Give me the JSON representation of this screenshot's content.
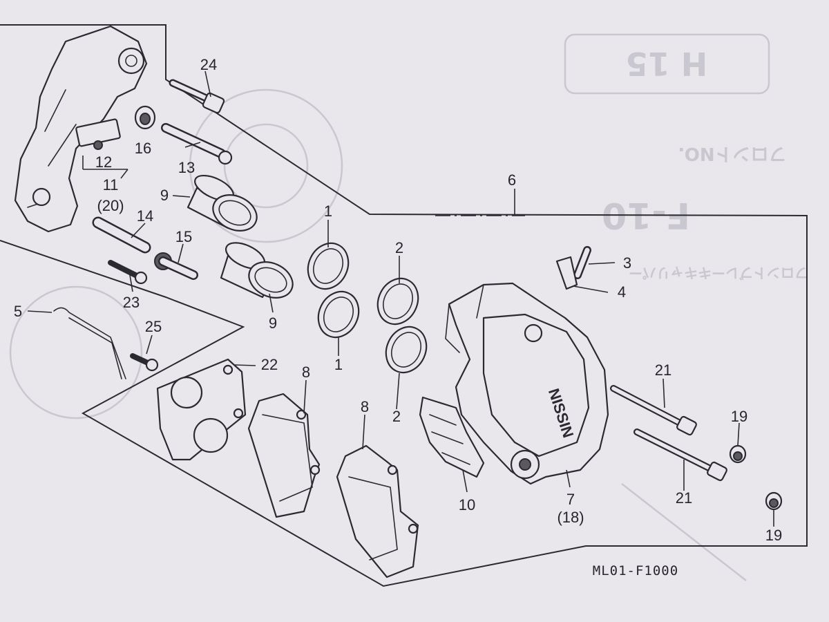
{
  "diagram": {
    "drawing_code": "ML01-F1000",
    "bleed_through": {
      "section_badge": "H 15",
      "label_no": "フロントNO.",
      "section": "F-10",
      "subtitle": "フロントブレーキキャリパー"
    },
    "callouts": [
      {
        "id": "c24",
        "text": "24"
      },
      {
        "id": "c16",
        "text": "16"
      },
      {
        "id": "c12",
        "text": "12"
      },
      {
        "id": "c13",
        "text": "13"
      },
      {
        "id": "c11",
        "text": "11"
      },
      {
        "id": "c20",
        "text": "(20)"
      },
      {
        "id": "c9a",
        "text": "9"
      },
      {
        "id": "c14",
        "text": "14"
      },
      {
        "id": "c15",
        "text": "15"
      },
      {
        "id": "c23",
        "text": "23"
      },
      {
        "id": "c9b",
        "text": "9"
      },
      {
        "id": "c5",
        "text": "5"
      },
      {
        "id": "c25",
        "text": "25"
      },
      {
        "id": "c22",
        "text": "22"
      },
      {
        "id": "c1a",
        "text": "1"
      },
      {
        "id": "c1b",
        "text": "1"
      },
      {
        "id": "c2a",
        "text": "2"
      },
      {
        "id": "c2b",
        "text": "2"
      },
      {
        "id": "c6",
        "text": "6"
      },
      {
        "id": "c3",
        "text": "3"
      },
      {
        "id": "c4",
        "text": "4"
      },
      {
        "id": "c8a",
        "text": "8"
      },
      {
        "id": "c8b",
        "text": "8"
      },
      {
        "id": "c10",
        "text": "10"
      },
      {
        "id": "c7",
        "text": "7"
      },
      {
        "id": "c18",
        "text": "(18)"
      },
      {
        "id": "c21a",
        "text": "21"
      },
      {
        "id": "c21b",
        "text": "21"
      },
      {
        "id": "c19a",
        "text": "19"
      },
      {
        "id": "c19b",
        "text": "19"
      }
    ],
    "caliper_brand": "NISSIN"
  }
}
